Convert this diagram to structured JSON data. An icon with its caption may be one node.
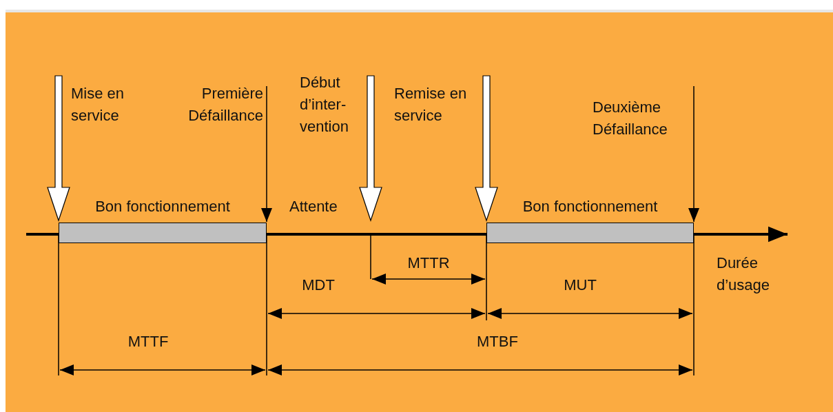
{
  "diagram": {
    "nodes": [
      {
        "text": [],
        "shape": "bar",
        "beside": [
          "Bon fonctionnement"
        ]
      },
      {
        "text": [],
        "shape": "bar",
        "beside": [
          "Bon fonctionnement"
        ]
      }
    ],
    "labels": [
      "Mise en service",
      "Première Défaillance",
      "Début d’inter- vention",
      "Remise en service",
      "Deuxième Défaillance",
      "Attente",
      "MTTR",
      "MDT",
      "MUT",
      "Durée d’usage",
      "MTTF",
      "MTBF"
    ]
  }
}
